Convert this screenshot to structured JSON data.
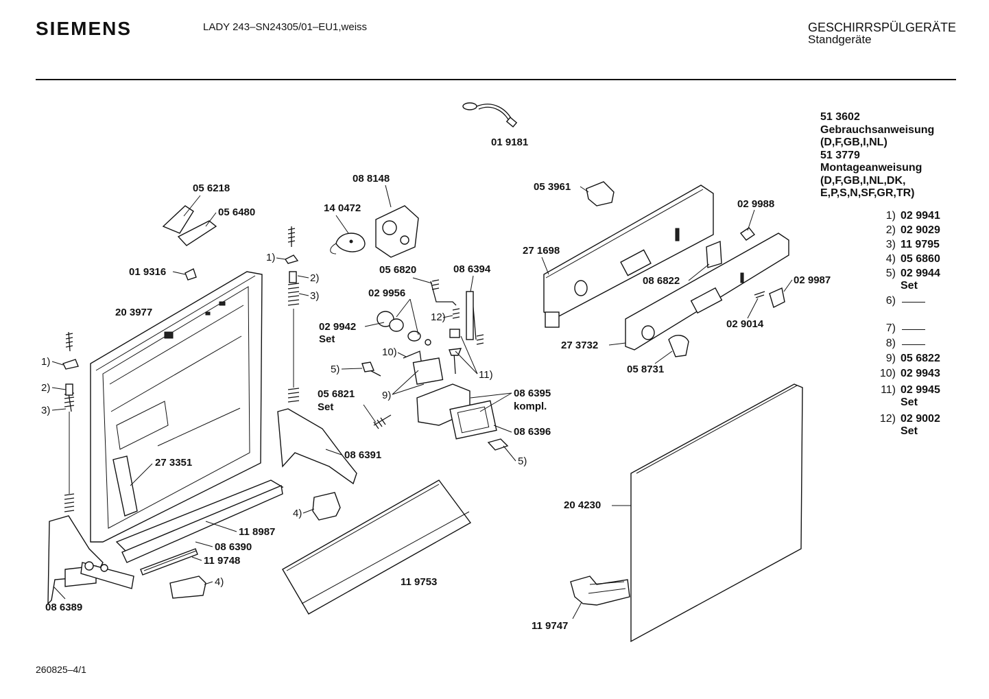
{
  "header": {
    "brand": "SIEMENS",
    "model": "LADY 243–SN24305/01–EU1,weiss",
    "category": "GESCHIRRSPÜLGERÄTE",
    "subcategory": "Standgeräte"
  },
  "footer": {
    "doc_ref": "260825–4/1"
  },
  "info_block": [
    "51 3602",
    "Gebrauchsanweisung",
    "(D,F,GB,I,NL)",
    "51 3779",
    "Montageanweisung",
    "(D,F,GB,I,NL,DK,",
    "E,P,S,N,SF,GR,TR)"
  ],
  "legend": [
    {
      "num": "1)",
      "part": "02 9941"
    },
    {
      "num": "2)",
      "part": "02 9029"
    },
    {
      "num": "3)",
      "part": "11 9795"
    },
    {
      "num": "4)",
      "part": "05 6860"
    },
    {
      "num": "5)",
      "part": "02 9944",
      "note": "Set"
    },
    {
      "num": "6)",
      "part": ""
    },
    {
      "num": "7)",
      "part": ""
    },
    {
      "num": "8)",
      "part": ""
    },
    {
      "num": "9)",
      "part": "05 6822"
    },
    {
      "num": "10)",
      "part": "02 9943"
    },
    {
      "num": "11)",
      "part": "02 9945",
      "note": "Set"
    },
    {
      "num": "12)",
      "part": "02 9002",
      "note": "Set"
    }
  ],
  "parts": {
    "p019181": "01 9181",
    "p088148": "08 8148",
    "p140472": "14 0472",
    "p056218": "05 6218",
    "p056480": "05 6480",
    "p019316": "01 9316",
    "p203977": "20 3977",
    "p053961": "05 3961",
    "p029988": "02 9988",
    "p271698": "27 1698",
    "p086822": "08 6822",
    "p029987": "02 9987",
    "p029014": "02 9014",
    "p273732": "27 3732",
    "p058731": "05 8731",
    "p056820": "05 6820",
    "p086394": "08 6394",
    "p029956": "02 9956",
    "p029942": "02 9942",
    "set1": "Set",
    "p056821": "05 6821",
    "set2": "Set",
    "p086395": "08 6395",
    "kompl": "kompl.",
    "p086396": "08 6396",
    "p086391": "08 6391",
    "p273351": "27 3351",
    "p118987": "11 8987",
    "p086390": "08 6390",
    "p119748": "11 9748",
    "p086389": "08 6389",
    "p119753": "11 9753",
    "p204230": "20 4230",
    "p119747": "11 9747"
  },
  "markers": {
    "m1a": "1)",
    "m2a": "2)",
    "m3a": "3)",
    "m1b": "1)",
    "m2b": "2)",
    "m3b": "3)",
    "m4a": "4)",
    "m4b": "4)",
    "m5a": "5)",
    "m5b": "5)",
    "m9": "9)",
    "m10": "10)",
    "m11": "11)",
    "m12": "12)"
  }
}
